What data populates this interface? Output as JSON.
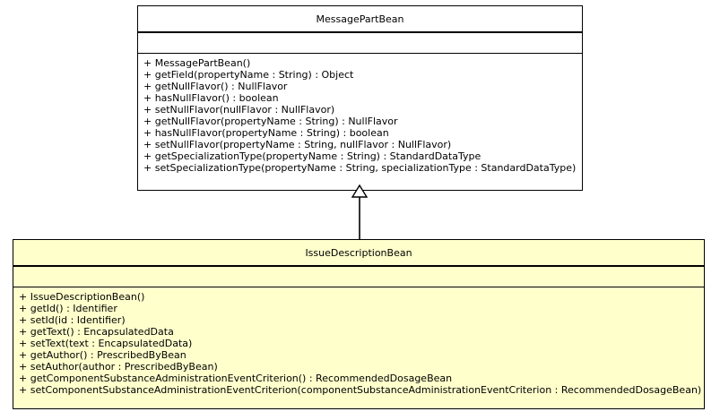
{
  "diagram": {
    "type": "uml-class-diagram",
    "background_color": "#FFFFFF",
    "classes": [
      {
        "id": "message-part-bean",
        "name": "MessagePartBean",
        "fill_color": "#FFFFFF",
        "border_color": "#000000",
        "attributes": [],
        "operations": [
          "+ MessagePartBean()",
          "+ getField(propertyName : String) : Object",
          "+ getNullFlavor() : NullFlavor",
          "+ hasNullFlavor() : boolean",
          "+ setNullFlavor(nullFlavor : NullFlavor)",
          "+ getNullFlavor(propertyName : String) : NullFlavor",
          "+ hasNullFlavor(propertyName : String) : boolean",
          "+ setNullFlavor(propertyName : String, nullFlavor : NullFlavor)",
          "+ getSpecializationType(propertyName : String) : StandardDataType",
          "+ setSpecializationType(propertyName : String, specializationType : StandardDataType)"
        ]
      },
      {
        "id": "issue-description-bean",
        "name": "IssueDescriptionBean",
        "fill_color": "#FFFFCC",
        "border_color": "#000000",
        "attributes": [],
        "operations": [
          "+ IssueDescriptionBean()",
          "+ getId() : Identifier",
          "+ setId(id : Identifier)",
          "+ getText() : EncapsulatedData",
          "+ setText(text : EncapsulatedData)",
          "+ getAuthor() : PrescribedByBean",
          "+ setAuthor(author : PrescribedByBean)",
          "+ getComponentSubstanceAdministrationEventCriterion() : RecommendedDosageBean",
          "+ setComponentSubstanceAdministrationEventCriterion(componentSubstanceAdministrationEventCriterion : RecommendedDosageBean)"
        ]
      }
    ],
    "relationships": [
      {
        "id": "generalization-issue-to-message",
        "kind": "generalization",
        "source": "IssueDescriptionBean",
        "target": "MessagePartBean",
        "arrow": "hollow-triangle",
        "line_color": "#000000"
      }
    ]
  }
}
